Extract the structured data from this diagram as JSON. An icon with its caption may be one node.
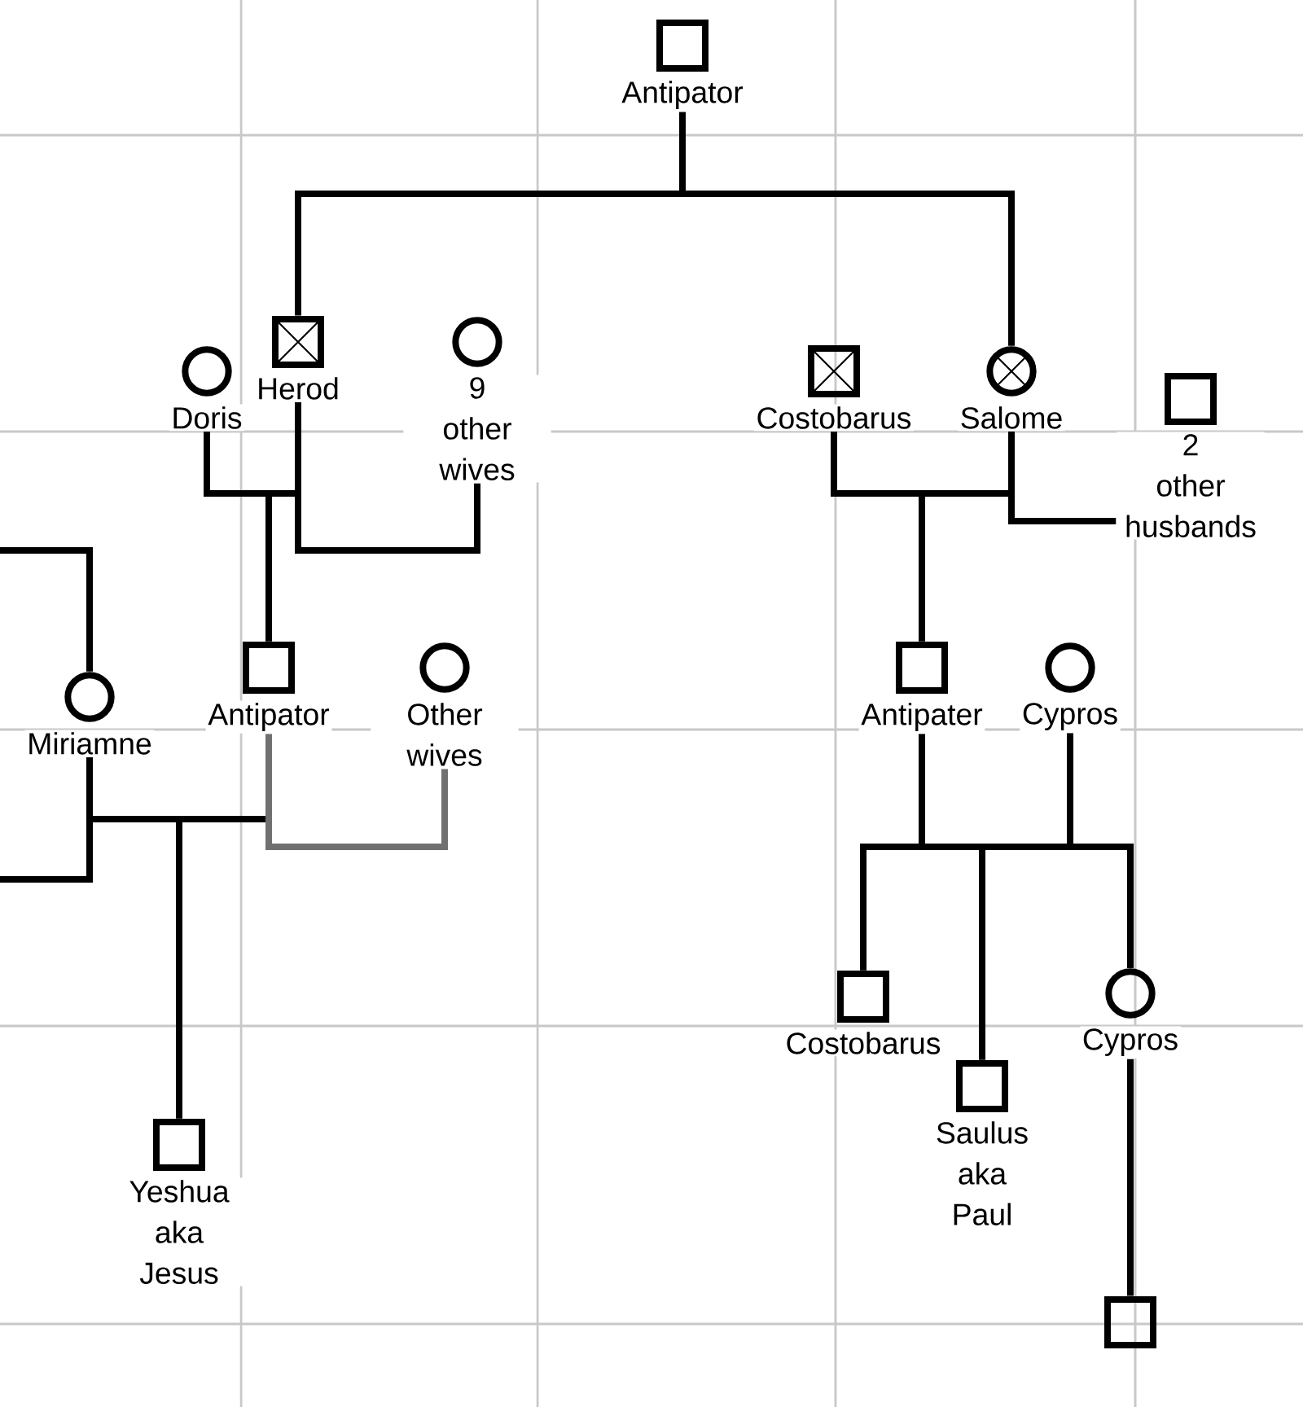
{
  "diagram": {
    "nodes": [
      {
        "text": [
          "Antipator"
        ]
      },
      {
        "text": [
          "Herod"
        ]
      },
      {
        "text": [
          "Doris"
        ]
      },
      {
        "text": [
          "9 other wives"
        ]
      },
      {
        "text": [
          "Costobarus"
        ]
      },
      {
        "text": [
          "Salome"
        ]
      },
      {
        "text": [
          "2 other husbands"
        ]
      },
      {
        "text": [
          "Antipator"
        ]
      },
      {
        "text": [
          "Other wives"
        ]
      },
      {
        "text": [
          "Miriamne"
        ]
      },
      {
        "text": [
          "Antipater"
        ]
      },
      {
        "text": [
          "Cypros"
        ]
      },
      {
        "text": [
          "Costobarus"
        ]
      },
      {
        "text": [
          "Saulus aka Paul"
        ]
      },
      {
        "text": [
          "Cypros"
        ]
      },
      {
        "text": [
          "Yeshua aka Jesus"
        ]
      },
      {
        "text": [],
        "shape": "box"
      }
    ],
    "edges": [
      {
        "from": 0,
        "to": 1,
        "arrow": "none"
      },
      {
        "from": 0,
        "to": 5,
        "arrow": "none"
      },
      {
        "from": 1,
        "to": 3,
        "arrow": "none"
      },
      {
        "from": 2,
        "to": 7,
        "arrow": "none"
      },
      {
        "from": 1,
        "to": 7,
        "arrow": "none"
      },
      {
        "from": 9,
        "to": 15,
        "arrow": "none"
      },
      {
        "from": 7,
        "to": 15,
        "arrow": "none"
      },
      {
        "from": 7,
        "to": 8,
        "arrow": "none",
        "color": "#707070"
      },
      {
        "from": null,
        "to": 9,
        "arrow": "none"
      },
      {
        "from": 9,
        "to": null,
        "arrow": "none"
      },
      {
        "from": 4,
        "to": 10,
        "arrow": "none"
      },
      {
        "from": 5,
        "to": 10,
        "arrow": "none"
      },
      {
        "from": 5,
        "to": 6,
        "arrow": "none"
      },
      {
        "from": 10,
        "to": 12,
        "arrow": "none"
      },
      {
        "from": 10,
        "to": 13,
        "arrow": "none"
      },
      {
        "from": 10,
        "to": 14,
        "arrow": "none"
      },
      {
        "from": 11,
        "to": 12,
        "arrow": "none"
      },
      {
        "from": 11,
        "to": 13,
        "arrow": "none"
      },
      {
        "from": 11,
        "to": 14,
        "arrow": "none"
      },
      {
        "from": 14,
        "to": 16,
        "arrow": "none"
      }
    ]
  }
}
